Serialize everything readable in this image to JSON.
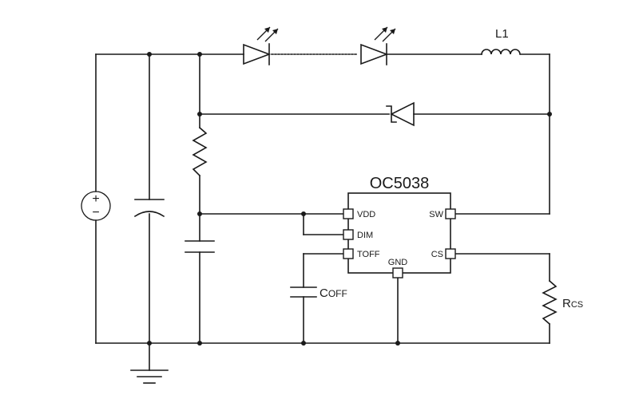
{
  "ic": {
    "part_number": "OC5038",
    "pins": {
      "vdd": "VDD",
      "dim": "DIM",
      "toff": "TOFF",
      "gnd": "GND",
      "sw": "SW",
      "cs": "CS"
    }
  },
  "components": {
    "inductor_label": "L1",
    "coff_label_main": "C",
    "coff_label_sub": "OFF",
    "rcs_label_main": "R",
    "rcs_label_sub": "CS",
    "source_plus": "+",
    "source_minus": "−"
  },
  "colors": {
    "line": "#1a1a1a",
    "background": "#ffffff"
  }
}
